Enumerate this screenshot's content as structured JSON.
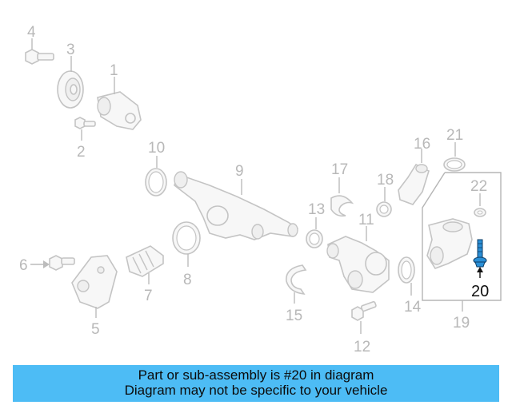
{
  "diagram": {
    "callouts": {
      "c1": "1",
      "c2": "2",
      "c3": "3",
      "c4": "4",
      "c5": "5",
      "c6": "6",
      "c7": "7",
      "c8": "8",
      "c9": "9",
      "c10": "10",
      "c11": "11",
      "c12": "12",
      "c13": "13",
      "c14": "14",
      "c15": "15",
      "c16": "16",
      "c17": "17",
      "c18": "18",
      "c19": "19",
      "c20": "20",
      "c21": "21",
      "c22": "22"
    },
    "highlighted_part": "20",
    "colors": {
      "highlight": "#2a8fd6",
      "parts_outline": "#c4c4c4",
      "callout_text": "#b8b8b8"
    }
  },
  "banner": {
    "line1": "Part or sub-assembly is #20 in diagram",
    "line2": "Diagram may not be specific to your vehicle",
    "background": "#4dbcf5"
  }
}
